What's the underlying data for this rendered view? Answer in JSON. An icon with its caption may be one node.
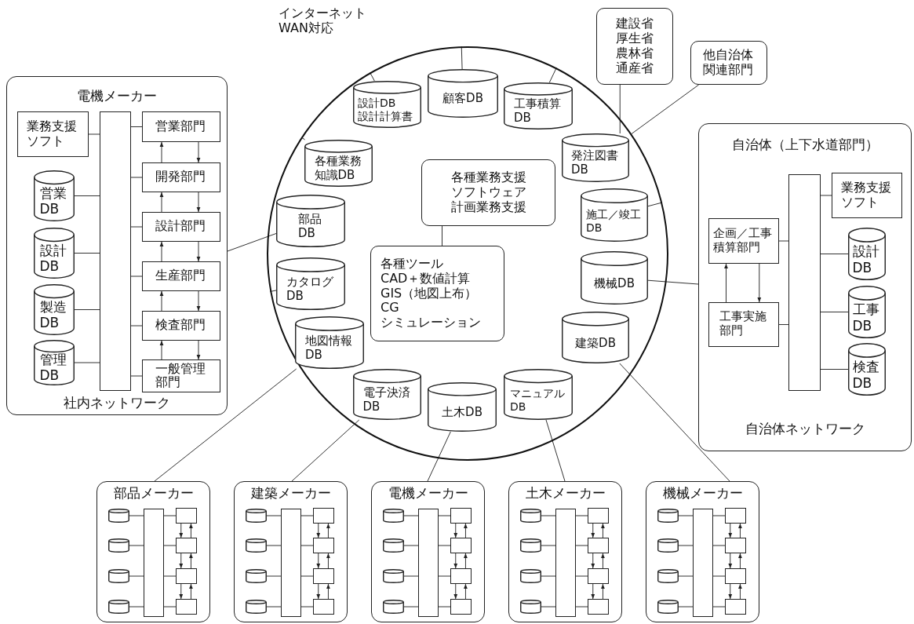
{
  "diagram": {
    "nodes": [
      {
        "text": [
          "電機メーカー",
          "社内ネットワーク"
        ]
      },
      {
        "text": [
          "業務支援ソフト"
        ],
        "in": 0
      },
      {
        "text": [],
        "shape": "bar",
        "in": 0
      },
      {
        "text": [
          "営業DB"
        ],
        "in": 0
      },
      {
        "text": [
          "設計DB"
        ],
        "in": 0
      },
      {
        "text": [
          "製造DB"
        ],
        "in": 0
      },
      {
        "text": [
          "管理DB"
        ],
        "in": 0
      },
      {
        "text": [
          "営業部門"
        ],
        "in": 0
      },
      {
        "text": [
          "開発部門"
        ],
        "in": 0
      },
      {
        "text": [
          "設計部門"
        ],
        "in": 0
      },
      {
        "text": [
          "生産部門"
        ],
        "in": 0
      },
      {
        "text": [
          "検査部門"
        ],
        "in": 0
      },
      {
        "text": [
          "一般管理部門"
        ],
        "in": 0
      },
      {
        "text": [
          "インターネットWAN対応"
        ]
      },
      {
        "text": [
          "顧客DB"
        ],
        "in": 13
      },
      {
        "text": [
          "工事積算DB"
        ],
        "in": 13
      },
      {
        "text": [
          "発注図書DB"
        ],
        "in": 13
      },
      {
        "text": [
          "施工／竣工DB"
        ],
        "in": 13
      },
      {
        "text": [
          "機械DB"
        ],
        "in": 13
      },
      {
        "text": [
          "建築DB"
        ],
        "in": 13
      },
      {
        "text": [
          "マニュアルDB"
        ],
        "in": 13
      },
      {
        "text": [
          "土木DB"
        ],
        "in": 13
      },
      {
        "text": [
          "電子決済DB"
        ],
        "in": 13
      },
      {
        "text": [
          "地図情報DB"
        ],
        "in": 13
      },
      {
        "text": [
          "カタログDB"
        ],
        "in": 13
      },
      {
        "text": [
          "部品DB"
        ],
        "in": 13
      },
      {
        "text": [
          "各種業務知識DB"
        ],
        "in": 13
      },
      {
        "text": [
          "設計DB",
          "設計計算書"
        ],
        "in": 13
      },
      {
        "text": [
          "各種業務支援ソフトウェア",
          "計画業務支援"
        ],
        "in": 13
      },
      {
        "text": [
          "各種ツール",
          "CAD＋数値計算",
          "GIS（地図上布）",
          "CG",
          "シミュレーション"
        ],
        "in": 13
      },
      {
        "text": [
          "建設省",
          "厚生省",
          "農林省",
          "通産省"
        ]
      },
      {
        "text": [
          "他自治体関連部門"
        ]
      },
      {
        "text": [
          "自治体（上下水道部門）",
          "自治体ネットワーク"
        ]
      },
      {
        "text": [
          "業務支援ソフト"
        ],
        "in": 32
      },
      {
        "text": [],
        "shape": "bar",
        "in": 32
      },
      {
        "text": [
          "企画／工事積算部門"
        ],
        "in": 32
      },
      {
        "text": [
          "工事実施部門"
        ],
        "in": 32
      },
      {
        "text": [
          "設計DB"
        ],
        "in": 32
      },
      {
        "text": [
          "工事DB"
        ],
        "in": 32
      },
      {
        "text": [
          "検査DB"
        ],
        "in": 32
      },
      {
        "text": [
          "部品メーカー"
        ]
      },
      {
        "text": [],
        "shape": "cylinder",
        "in": 40
      },
      {
        "text": [],
        "shape": "cylinder",
        "in": 40
      },
      {
        "text": [],
        "shape": "cylinder",
        "in": 40
      },
      {
        "text": [],
        "shape": "cylinder",
        "in": 40
      },
      {
        "text": [],
        "shape": "bar",
        "in": 40
      },
      {
        "text": [],
        "shape": "box",
        "in": 40
      },
      {
        "text": [],
        "shape": "box",
        "in": 40
      },
      {
        "text": [],
        "shape": "box",
        "in": 40
      },
      {
        "text": [],
        "shape": "box",
        "in": 40
      },
      {
        "text": [
          "建築メーカー"
        ]
      },
      {
        "text": [],
        "shape": "cylinder",
        "in": 50
      },
      {
        "text": [],
        "shape": "cylinder",
        "in": 50
      },
      {
        "text": [],
        "shape": "cylinder",
        "in": 50
      },
      {
        "text": [],
        "shape": "cylinder",
        "in": 50
      },
      {
        "text": [],
        "shape": "bar",
        "in": 50
      },
      {
        "text": [],
        "shape": "box",
        "in": 50
      },
      {
        "text": [],
        "shape": "box",
        "in": 50
      },
      {
        "text": [],
        "shape": "box",
        "in": 50
      },
      {
        "text": [],
        "shape": "box",
        "in": 50
      },
      {
        "text": [
          "電機メーカー"
        ]
      },
      {
        "text": [],
        "shape": "cylinder",
        "in": 60
      },
      {
        "text": [],
        "shape": "cylinder",
        "in": 60
      },
      {
        "text": [],
        "shape": "cylinder",
        "in": 60
      },
      {
        "text": [],
        "shape": "cylinder",
        "in": 60
      },
      {
        "text": [],
        "shape": "bar",
        "in": 60
      },
      {
        "text": [],
        "shape": "box",
        "in": 60
      },
      {
        "text": [],
        "shape": "box",
        "in": 60
      },
      {
        "text": [],
        "shape": "box",
        "in": 60
      },
      {
        "text": [],
        "shape": "box",
        "in": 60
      },
      {
        "text": [
          "土木メーカー"
        ]
      },
      {
        "text": [],
        "shape": "cylinder",
        "in": 70
      },
      {
        "text": [],
        "shape": "cylinder",
        "in": 70
      },
      {
        "text": [],
        "shape": "cylinder",
        "in": 70
      },
      {
        "text": [],
        "shape": "cylinder",
        "in": 70
      },
      {
        "text": [],
        "shape": "bar",
        "in": 70
      },
      {
        "text": [],
        "shape": "box",
        "in": 70
      },
      {
        "text": [],
        "shape": "box",
        "in": 70
      },
      {
        "text": [],
        "shape": "box",
        "in": 70
      },
      {
        "text": [],
        "shape": "box",
        "in": 70
      },
      {
        "text": [
          "機械メーカー"
        ]
      },
      {
        "text": [],
        "shape": "cylinder",
        "in": 80
      },
      {
        "text": [],
        "shape": "cylinder",
        "in": 80
      },
      {
        "text": [],
        "shape": "cylinder",
        "in": 80
      },
      {
        "text": [],
        "shape": "cylinder",
        "in": 80
      },
      {
        "text": [],
        "shape": "bar",
        "in": 80
      },
      {
        "text": [],
        "shape": "box",
        "in": 80
      },
      {
        "text": [],
        "shape": "box",
        "in": 80
      },
      {
        "text": [],
        "shape": "box",
        "in": 80
      },
      {
        "text": [],
        "shape": "box",
        "in": 80
      }
    ],
    "edges": [
      {
        "from": 1,
        "to": 2,
        "arrow": "none"
      },
      {
        "from": 3,
        "to": 2,
        "arrow": "none"
      },
      {
        "from": 4,
        "to": 2,
        "arrow": "none"
      },
      {
        "from": 5,
        "to": 2,
        "arrow": "none"
      },
      {
        "from": 6,
        "to": 2,
        "arrow": "none"
      },
      {
        "from": 2,
        "to": 7,
        "arrow": "none"
      },
      {
        "from": 2,
        "to": 8,
        "arrow": "none"
      },
      {
        "from": 2,
        "to": 9,
        "arrow": "none"
      },
      {
        "from": 2,
        "to": 10,
        "arrow": "none"
      },
      {
        "from": 2,
        "to": 11,
        "arrow": "none"
      },
      {
        "from": 2,
        "to": 12,
        "arrow": "none"
      },
      {
        "from": 7,
        "to": 8,
        "arrow": "to"
      },
      {
        "from": 8,
        "to": 7,
        "arrow": "to"
      },
      {
        "from": 8,
        "to": 9,
        "arrow": "to"
      },
      {
        "from": 9,
        "to": 8,
        "arrow": "to"
      },
      {
        "from": 9,
        "to": 10,
        "arrow": "to"
      },
      {
        "from": 10,
        "to": 9,
        "arrow": "to"
      },
      {
        "from": 10,
        "to": 11,
        "arrow": "to"
      },
      {
        "from": 11,
        "to": 10,
        "arrow": "to"
      },
      {
        "from": 11,
        "to": 12,
        "arrow": "to"
      },
      {
        "from": 12,
        "to": 11,
        "arrow": "to"
      },
      {
        "from": 28,
        "to": 29,
        "arrow": "none"
      },
      {
        "from": 27,
        "to": 13,
        "arrow": "none"
      },
      {
        "from": 14,
        "to": 13,
        "arrow": "none"
      },
      {
        "from": 15,
        "to": 13,
        "arrow": "none"
      },
      {
        "from": 26,
        "to": 13,
        "arrow": "none"
      },
      {
        "from": 17,
        "to": 13,
        "arrow": "none"
      },
      {
        "from": 24,
        "to": 13,
        "arrow": "none"
      },
      {
        "from": 16,
        "to": 30,
        "arrow": "none"
      },
      {
        "from": 31,
        "to": 13,
        "arrow": "none"
      },
      {
        "from": 25,
        "to": 0,
        "arrow": "none"
      },
      {
        "from": 18,
        "to": 32,
        "arrow": "none"
      },
      {
        "from": 19,
        "to": 80,
        "arrow": "none"
      },
      {
        "from": 20,
        "to": 70,
        "arrow": "none"
      },
      {
        "from": 21,
        "to": 60,
        "arrow": "none"
      },
      {
        "from": 22,
        "to": 50,
        "arrow": "none"
      },
      {
        "from": 23,
        "to": 40,
        "arrow": "none"
      },
      {
        "from": 34,
        "to": 33,
        "arrow": "none"
      },
      {
        "from": 35,
        "to": 34,
        "arrow": "none"
      },
      {
        "from": 36,
        "to": 34,
        "arrow": "none"
      },
      {
        "from": 34,
        "to": 37,
        "arrow": "none"
      },
      {
        "from": 34,
        "to": 38,
        "arrow": "none"
      },
      {
        "from": 34,
        "to": 39,
        "arrow": "none"
      },
      {
        "from": 36,
        "to": 35,
        "arrow": "to"
      },
      {
        "from": 35,
        "to": 36,
        "arrow": "to"
      },
      {
        "from": 41,
        "to": 45,
        "arrow": "none"
      },
      {
        "from": 42,
        "to": 45,
        "arrow": "none"
      },
      {
        "from": 43,
        "to": 45,
        "arrow": "none"
      },
      {
        "from": 44,
        "to": 45,
        "arrow": "none"
      },
      {
        "from": 45,
        "to": 46,
        "arrow": "none"
      },
      {
        "from": 45,
        "to": 47,
        "arrow": "none"
      },
      {
        "from": 45,
        "to": 48,
        "arrow": "none"
      },
      {
        "from": 45,
        "to": 49,
        "arrow": "none"
      },
      {
        "from": 46,
        "to": 47,
        "arrow": "to"
      },
      {
        "from": 47,
        "to": 46,
        "arrow": "to"
      },
      {
        "from": 47,
        "to": 48,
        "arrow": "to"
      },
      {
        "from": 48,
        "to": 47,
        "arrow": "to"
      },
      {
        "from": 48,
        "to": 49,
        "arrow": "to"
      },
      {
        "from": 49,
        "to": 48,
        "arrow": "to"
      },
      {
        "from": 51,
        "to": 55,
        "arrow": "none"
      },
      {
        "from": 52,
        "to": 55,
        "arrow": "none"
      },
      {
        "from": 53,
        "to": 55,
        "arrow": "none"
      },
      {
        "from": 54,
        "to": 55,
        "arrow": "none"
      },
      {
        "from": 55,
        "to": 56,
        "arrow": "none"
      },
      {
        "from": 55,
        "to": 57,
        "arrow": "none"
      },
      {
        "from": 55,
        "to": 58,
        "arrow": "none"
      },
      {
        "from": 55,
        "to": 59,
        "arrow": "none"
      },
      {
        "from": 56,
        "to": 57,
        "arrow": "to"
      },
      {
        "from": 57,
        "to": 56,
        "arrow": "to"
      },
      {
        "from": 57,
        "to": 58,
        "arrow": "to"
      },
      {
        "from": 58,
        "to": 57,
        "arrow": "to"
      },
      {
        "from": 58,
        "to": 59,
        "arrow": "to"
      },
      {
        "from": 59,
        "to": 58,
        "arrow": "to"
      },
      {
        "from": 61,
        "to": 65,
        "arrow": "none"
      },
      {
        "from": 62,
        "to": 65,
        "arrow": "none"
      },
      {
        "from": 63,
        "to": 65,
        "arrow": "none"
      },
      {
        "from": 64,
        "to": 65,
        "arrow": "none"
      },
      {
        "from": 65,
        "to": 66,
        "arrow": "none"
      },
      {
        "from": 65,
        "to": 67,
        "arrow": "none"
      },
      {
        "from": 65,
        "to": 68,
        "arrow": "none"
      },
      {
        "from": 65,
        "to": 69,
        "arrow": "none"
      },
      {
        "from": 66,
        "to": 67,
        "arrow": "to"
      },
      {
        "from": 67,
        "to": 66,
        "arrow": "to"
      },
      {
        "from": 67,
        "to": 68,
        "arrow": "to"
      },
      {
        "from": 68,
        "to": 67,
        "arrow": "to"
      },
      {
        "from": 68,
        "to": 69,
        "arrow": "to"
      },
      {
        "from": 69,
        "to": 68,
        "arrow": "to"
      },
      {
        "from": 71,
        "to": 75,
        "arrow": "none"
      },
      {
        "from": 72,
        "to": 75,
        "arrow": "none"
      },
      {
        "from": 73,
        "to": 75,
        "arrow": "none"
      },
      {
        "from": 74,
        "to": 75,
        "arrow": "none"
      },
      {
        "from": 75,
        "to": 76,
        "arrow": "none"
      },
      {
        "from": 75,
        "to": 77,
        "arrow": "none"
      },
      {
        "from": 75,
        "to": 78,
        "arrow": "none"
      },
      {
        "from": 75,
        "to": 79,
        "arrow": "none"
      },
      {
        "from": 76,
        "to": 77,
        "arrow": "to"
      },
      {
        "from": 77,
        "to": 76,
        "arrow": "to"
      },
      {
        "from": 77,
        "to": 78,
        "arrow": "to"
      },
      {
        "from": 78,
        "to": 77,
        "arrow": "to"
      },
      {
        "from": 78,
        "to": 79,
        "arrow": "to"
      },
      {
        "from": 79,
        "to": 78,
        "arrow": "to"
      },
      {
        "from": 81,
        "to": 85,
        "arrow": "none"
      },
      {
        "from": 82,
        "to": 85,
        "arrow": "none"
      },
      {
        "from": 83,
        "to": 85,
        "arrow": "none"
      },
      {
        "from": 84,
        "to": 85,
        "arrow": "none"
      },
      {
        "from": 85,
        "to": 86,
        "arrow": "none"
      },
      {
        "from": 85,
        "to": 87,
        "arrow": "none"
      },
      {
        "from": 85,
        "to": 88,
        "arrow": "none"
      },
      {
        "from": 85,
        "to": 89,
        "arrow": "none"
      },
      {
        "from": 86,
        "to": 87,
        "arrow": "to"
      },
      {
        "from": 87,
        "to": 86,
        "arrow": "to"
      },
      {
        "from": 87,
        "to": 88,
        "arrow": "to"
      },
      {
        "from": 88,
        "to": 87,
        "arrow": "to"
      },
      {
        "from": 88,
        "to": 89,
        "arrow": "to"
      },
      {
        "from": 89,
        "to": 88,
        "arrow": "to"
      }
    ]
  }
}
